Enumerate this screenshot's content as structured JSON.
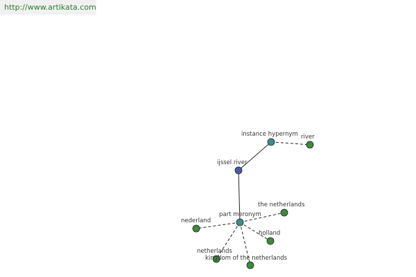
{
  "header": {
    "url": "http://www.artikata.com"
  },
  "colors": {
    "root": "#4a59a8",
    "relation": "#3c8c8c",
    "leaf": "#3e8a3e",
    "url_text": "#2f7a2f"
  },
  "graph": {
    "nodes": [
      {
        "id": "ijssel",
        "label": "ijssel river",
        "kind": "root"
      },
      {
        "id": "hypernym",
        "label": "instance hypernym",
        "kind": "relation"
      },
      {
        "id": "river",
        "label": "river",
        "kind": "leaf"
      },
      {
        "id": "meronym",
        "label": "part meronym",
        "kind": "relation"
      },
      {
        "id": "nederland",
        "label": "nederland",
        "kind": "leaf"
      },
      {
        "id": "the_netherlands",
        "label": "the netherlands",
        "kind": "leaf"
      },
      {
        "id": "holland",
        "label": "holland",
        "kind": "leaf"
      },
      {
        "id": "netherlands",
        "label": "netherlands",
        "kind": "leaf"
      },
      {
        "id": "kingdom",
        "label": "kingdom of the netherlands",
        "kind": "leaf"
      }
    ],
    "edges": [
      {
        "from": "ijssel",
        "to": "hypernym",
        "style": "solid"
      },
      {
        "from": "ijssel",
        "to": "meronym",
        "style": "solid"
      },
      {
        "from": "hypernym",
        "to": "river",
        "style": "dashed"
      },
      {
        "from": "meronym",
        "to": "nederland",
        "style": "dashed"
      },
      {
        "from": "meronym",
        "to": "the_netherlands",
        "style": "dashed"
      },
      {
        "from": "meronym",
        "to": "holland",
        "style": "dashed"
      },
      {
        "from": "meronym",
        "to": "netherlands",
        "style": "dashed"
      },
      {
        "from": "meronym",
        "to": "kingdom",
        "style": "dashed"
      }
    ]
  }
}
